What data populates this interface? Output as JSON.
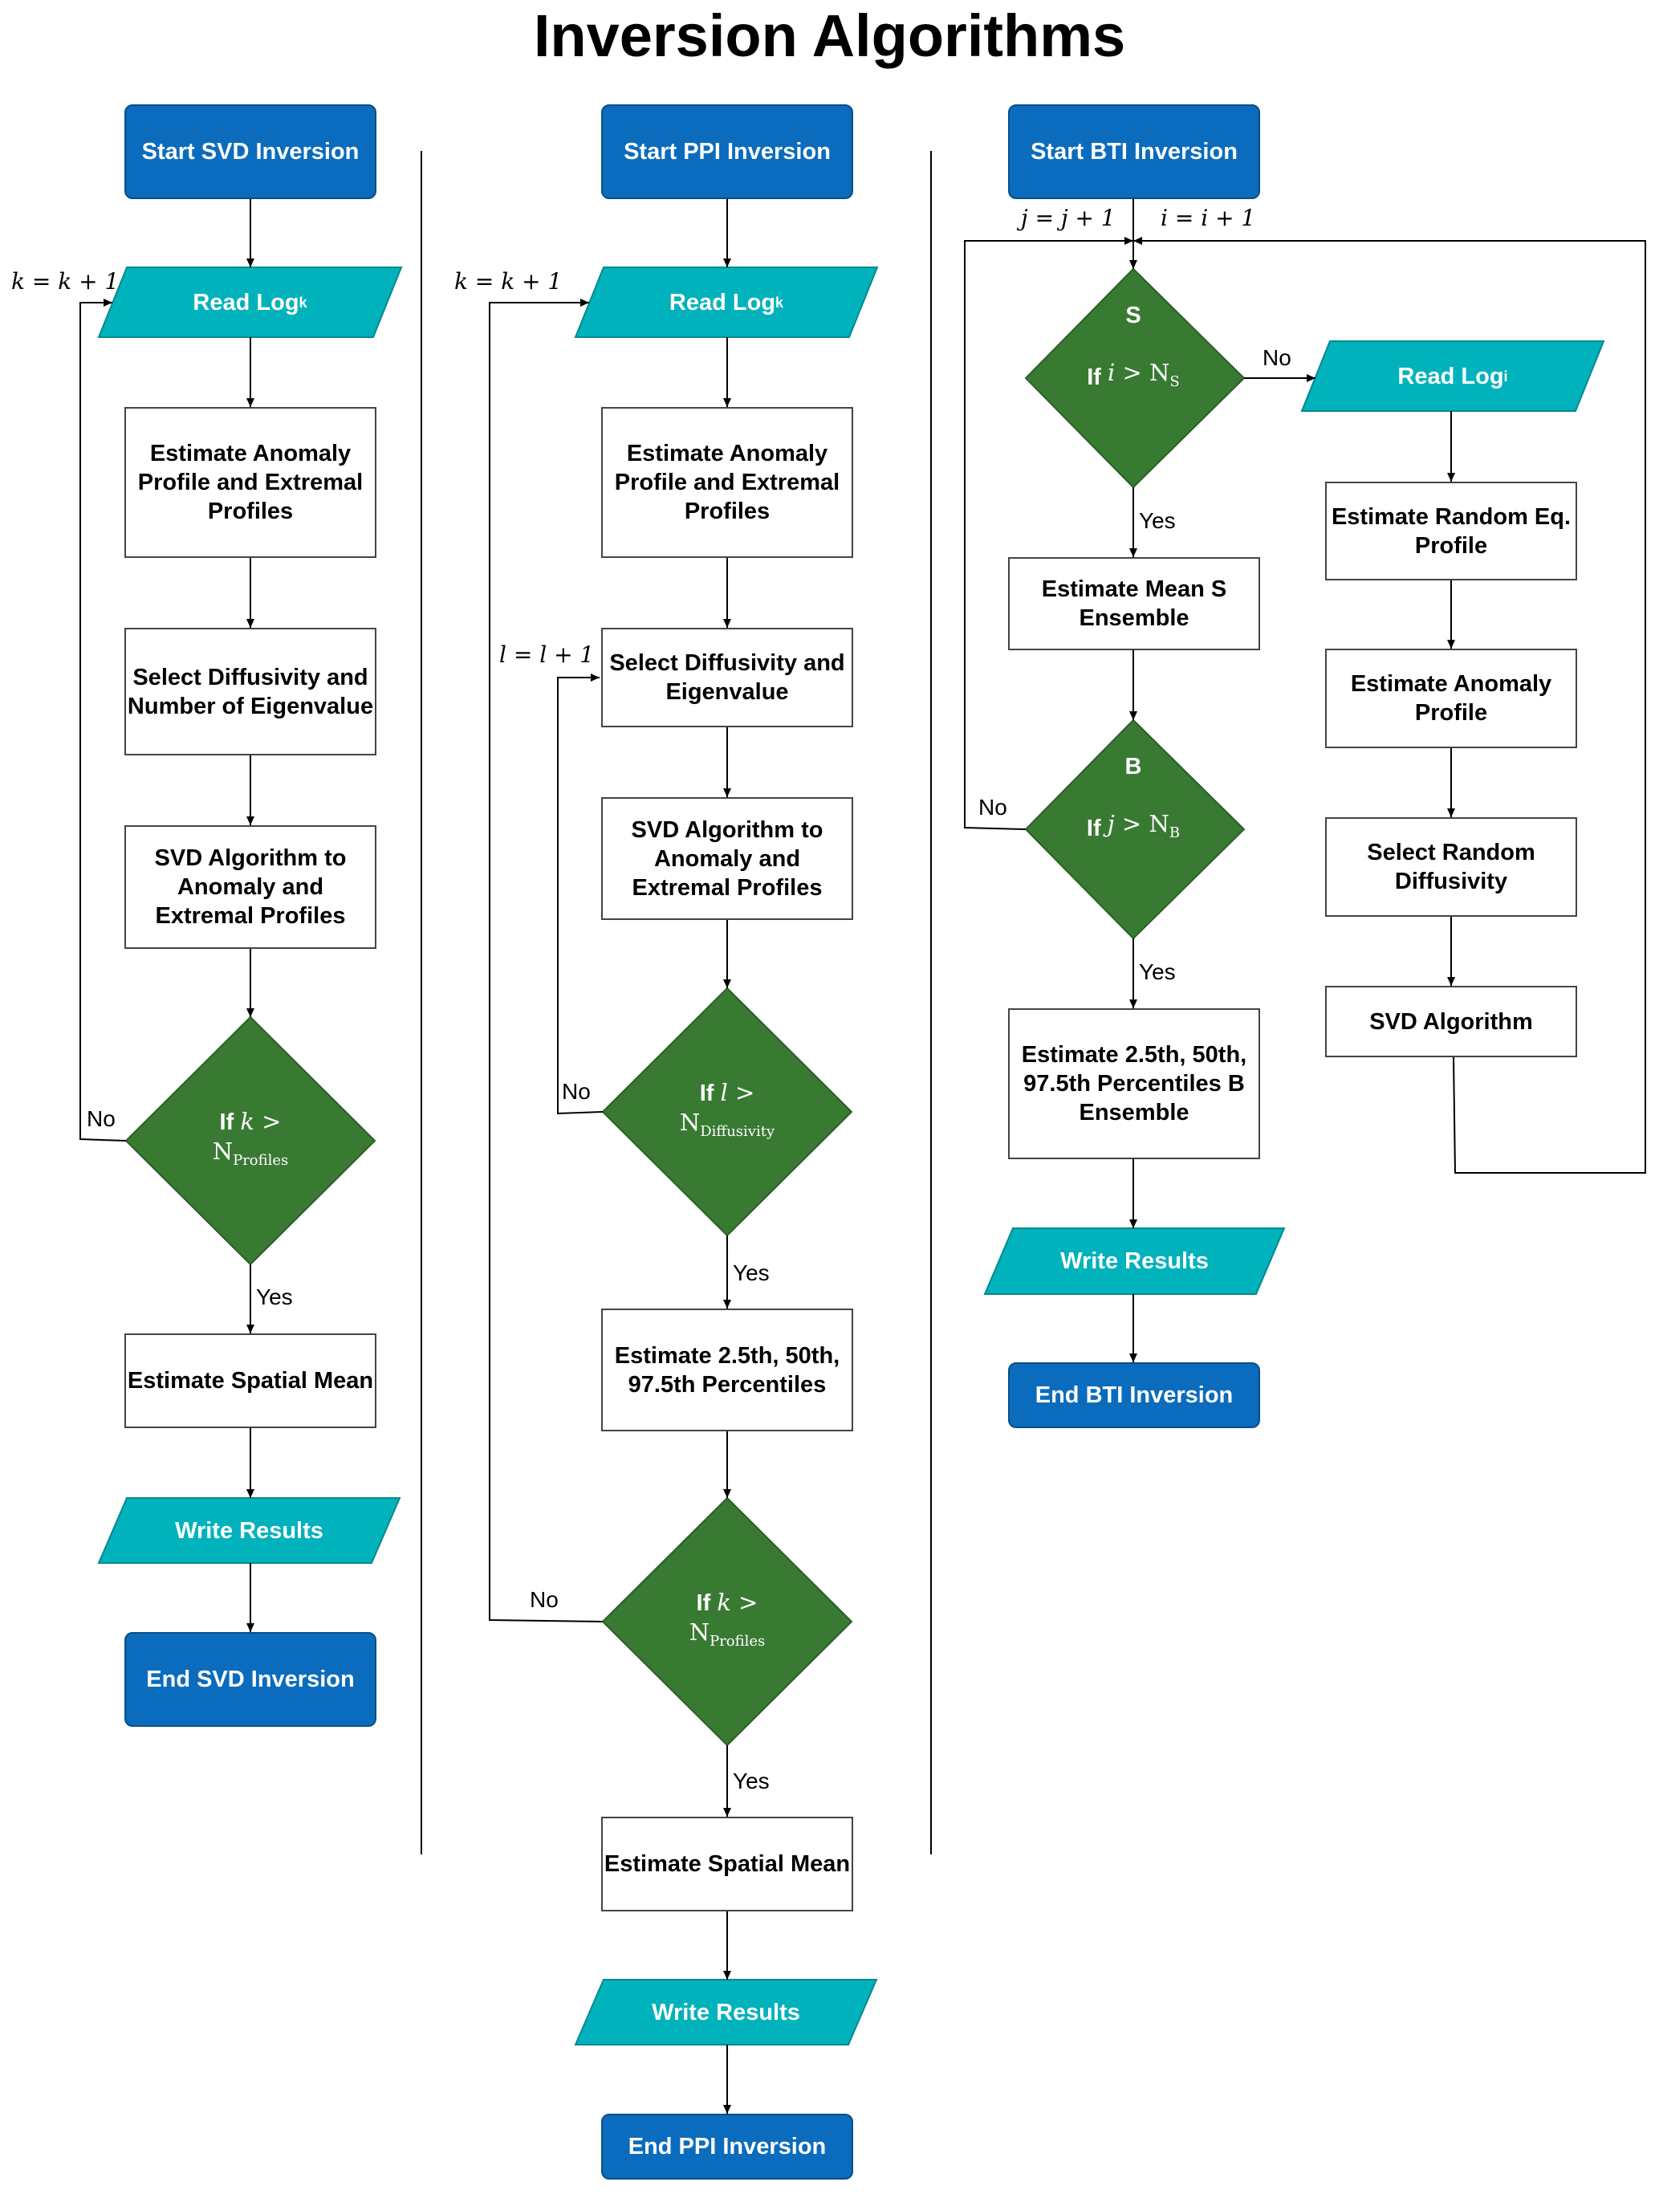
{
  "title": "Inversion Algorithms",
  "colors": {
    "terminal": "#0b6cbd",
    "io": "#00b2bc",
    "decision": "#397a33",
    "line": "#000000"
  },
  "svd": {
    "start": "Start SVD Inversion",
    "read_log": "Read Log",
    "read_log_sub": "k",
    "loop_label": "k = k + 1",
    "step1": "Estimate Anomaly Profile and Extremal Profiles",
    "step2": "Select Diffusivity and Number of Eigenvalue",
    "step3": "SVD Algorithm to Anomaly and Extremal Profiles",
    "decision_if": "If",
    "decision_var": "k",
    "decision_op": ">",
    "decision_n": "N",
    "decision_sub": "Profiles",
    "no": "No",
    "yes": "Yes",
    "step4": "Estimate Spatial Mean",
    "write": "Write Results",
    "end": "End SVD Inversion"
  },
  "ppi": {
    "start": "Start PPI Inversion",
    "read_log": "Read Log",
    "read_log_sub": "k",
    "loop_k": "k = k + 1",
    "loop_l": "l = l + 1",
    "step1": "Estimate Anomaly Profile and Extremal Profiles",
    "step2": "Select Diffusivity and Eigenvalue",
    "step3": "SVD Algorithm to Anomaly and Extremal Profiles",
    "decision1_if": "If",
    "decision1_var": "l",
    "decision1_op": ">",
    "decision1_n": "N",
    "decision1_sub": "Diffusivity",
    "no1": "No",
    "yes1": "Yes",
    "step4": "Estimate 2.5th, 50th, 97.5th Percentiles",
    "decision2_if": "If",
    "decision2_var": "k",
    "decision2_op": ">",
    "decision2_n": "N",
    "decision2_sub": "Profiles",
    "no2": "No",
    "yes2": "Yes",
    "step5": "Estimate Spatial Mean",
    "write": "Write Results",
    "end": "End PPI Inversion"
  },
  "bti": {
    "start": "Start BTI Inversion",
    "loop_j": "j = j + 1",
    "loop_i": "i = i + 1",
    "decision_s_title": "S",
    "decision_s_if": "If",
    "decision_s_var": "i",
    "decision_s_op": ">",
    "decision_s_n": "N",
    "decision_s_sub": "S",
    "no_s": "No",
    "yes_s": "Yes",
    "read_log": "Read Log",
    "read_log_sub": "i",
    "rand1": "Estimate Random Eq. Profile",
    "rand2": "Estimate Anomaly Profile",
    "rand3": "Select Random Diffusivity",
    "rand4": "SVD Algorithm",
    "step_mean": "Estimate Mean S Ensemble",
    "decision_b_title": "B",
    "decision_b_if": "If",
    "decision_b_var": "j",
    "decision_b_op": ">",
    "decision_b_n": "N",
    "decision_b_sub": "B",
    "no_b": "No",
    "yes_b": "Yes",
    "step_pct": "Estimate 2.5th, 50th, 97.5th Percentiles B Ensemble",
    "write": "Write Results",
    "end": "End BTI Inversion"
  }
}
